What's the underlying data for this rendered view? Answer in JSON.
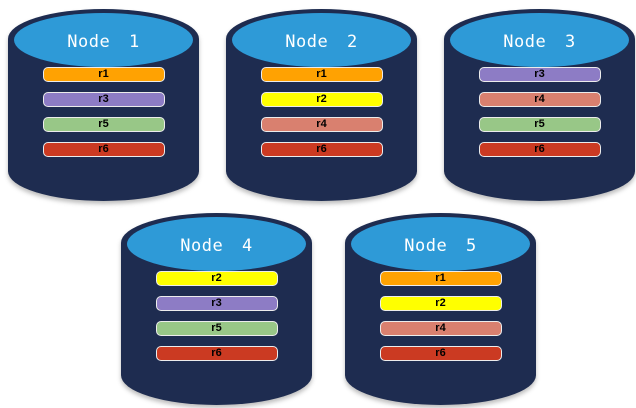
{
  "cluster": {
    "description": "Database cluster replica placement diagram",
    "node_count": 5,
    "nodes": [
      {
        "label": "Node 1",
        "replicas": [
          "r1",
          "r3",
          "r5",
          "r6"
        ]
      },
      {
        "label": "Node 2",
        "replicas": [
          "r1",
          "r2",
          "r4",
          "r6"
        ]
      },
      {
        "label": "Node 3",
        "replicas": [
          "r3",
          "r4",
          "r5",
          "r6"
        ]
      },
      {
        "label": "Node 4",
        "replicas": [
          "r2",
          "r3",
          "r5",
          "r6"
        ]
      },
      {
        "label": "Node 5",
        "replicas": [
          "r1",
          "r2",
          "r4",
          "r6"
        ]
      }
    ],
    "replica_colors": {
      "r1": "#FFA202",
      "r2": "#FFFF00",
      "r3": "#8D7CC5",
      "r4": "#D9806F",
      "r5": "#98C787",
      "r6": "#CB3A22"
    },
    "colors": {
      "cylinder_body": "#1E2C50",
      "cylinder_top": "#2E9AD7",
      "node_label_text": "#FFFFFF",
      "replica_label_text": "#000000",
      "bar_border": "#ECECEC",
      "background": "#FFFFFF"
    }
  }
}
